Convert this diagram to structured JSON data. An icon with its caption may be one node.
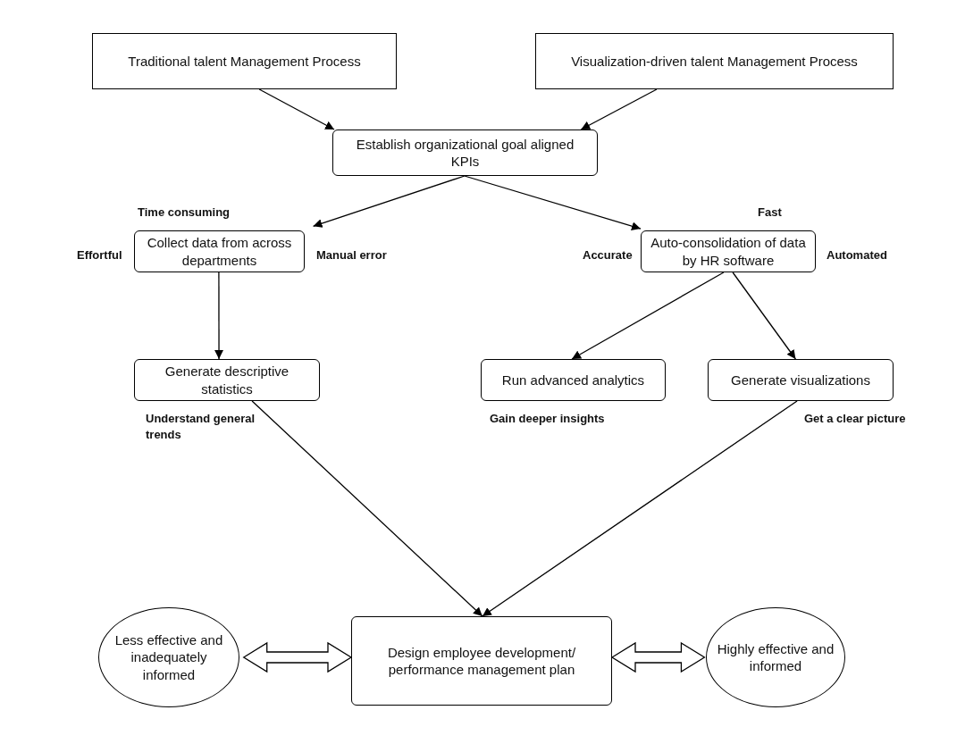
{
  "diagram": {
    "nodes": [
      {
        "text": [
          "Traditional talent Management Process"
        ]
      },
      {
        "text": [
          "Visualization-driven talent Management Process"
        ]
      },
      {
        "text": [
          "Establish organizational goal aligned KPIs"
        ]
      },
      {
        "text": [
          "Collect data from across departments"
        ],
        "beside": [
          "Time consuming",
          "Effortful",
          "Manual error"
        ]
      },
      {
        "text": [
          "Auto-consolidation of data by HR software"
        ],
        "beside": [
          "Fast",
          "Accurate",
          "Automated"
        ]
      },
      {
        "text": [
          "Generate descriptive statistics"
        ],
        "beside": [
          "Understand general trends"
        ]
      },
      {
        "text": [
          "Run advanced analytics"
        ],
        "beside": [
          "Gain deeper insights"
        ]
      },
      {
        "text": [
          "Generate visualizations"
        ],
        "beside": [
          "Get a clear picture"
        ]
      },
      {
        "text": [
          "Less effective and inadequately informed"
        ]
      },
      {
        "text": [
          "Design employee development/ performance management plan"
        ]
      },
      {
        "text": [
          "Highly effective and informed"
        ]
      }
    ],
    "edges": [
      {
        "from": 0,
        "to": 2,
        "arrow": "to"
      },
      {
        "from": 1,
        "to": 2,
        "arrow": "to"
      },
      {
        "from": 2,
        "to": 3,
        "arrow": "to"
      },
      {
        "from": 2,
        "to": 4,
        "arrow": "to"
      },
      {
        "from": 3,
        "to": 5,
        "arrow": "to"
      },
      {
        "from": 4,
        "to": 6,
        "arrow": "to"
      },
      {
        "from": 4,
        "to": 7,
        "arrow": "to"
      },
      {
        "from": 5,
        "to": 9,
        "arrow": "to"
      },
      {
        "from": 7,
        "to": 9,
        "arrow": "to"
      },
      {
        "from": 8,
        "to": 9,
        "arrow": "both",
        "style": "thick"
      },
      {
        "from": 9,
        "to": 10,
        "arrow": "both",
        "style": "thick"
      }
    ]
  }
}
